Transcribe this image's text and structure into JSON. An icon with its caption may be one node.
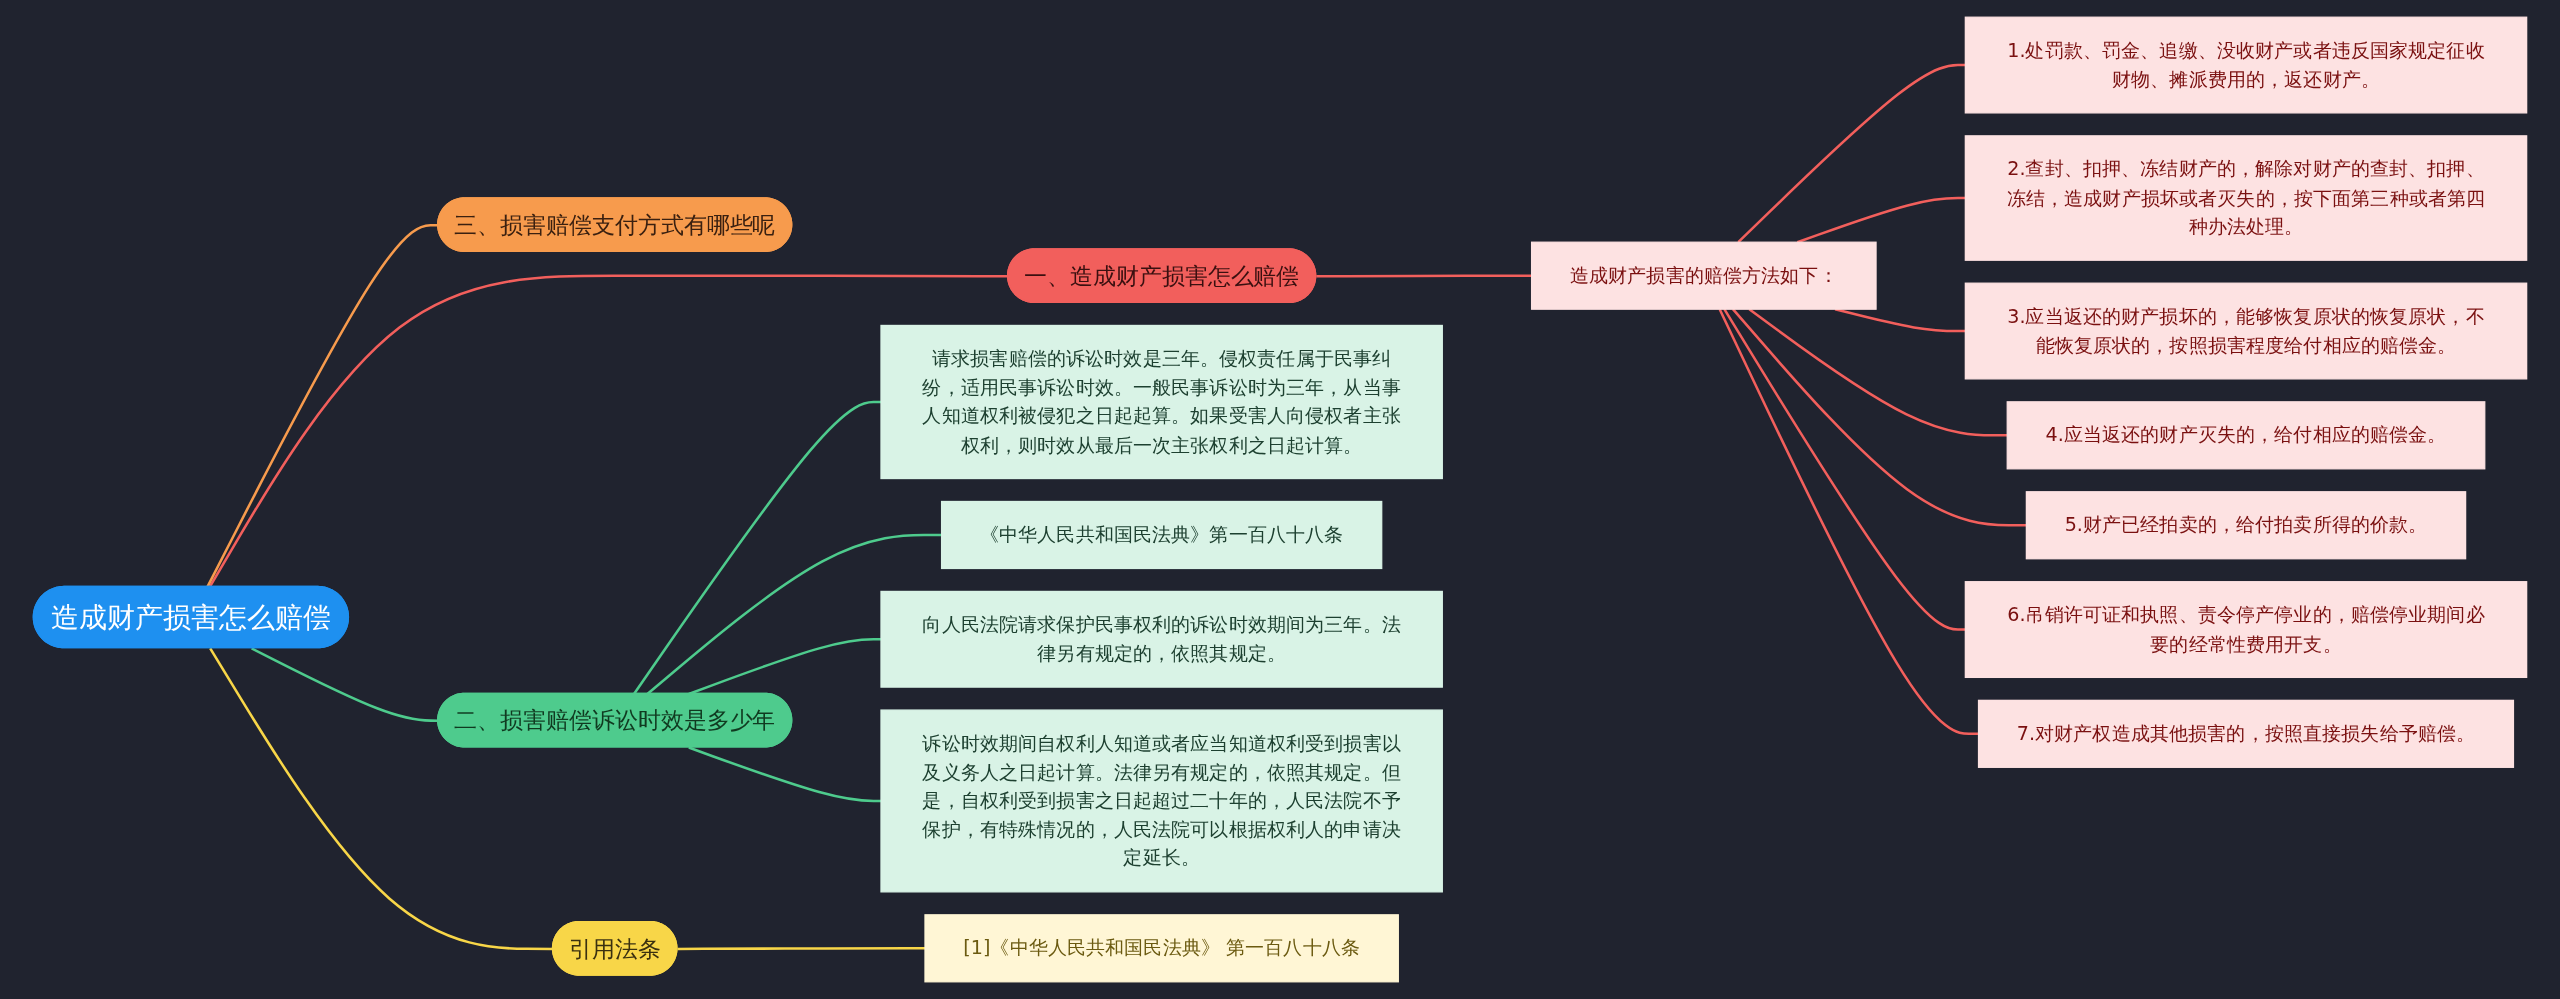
{
  "diagram": {
    "nodes": [
      {
        "text": [
          "造成财产损害怎么赔偿"
        ]
      },
      {
        "text": [
          "一、造成财产损害怎么赔偿"
        ]
      },
      {
        "text": [
          "造成财产损害的赔偿方法如下："
        ]
      },
      {
        "text": [
          "1.处罚款、罚金、追缴、没收财产或者违反国家规定征收财物、摊派费用的，返还财产。"
        ]
      },
      {
        "text": [
          "2.查封、扣押、冻结财产的，解除对财产的查封、扣押、冻结，造成财产损坏或者灭失的，按下面第三种或者第四种办法处理。"
        ]
      },
      {
        "text": [
          "3.应当返还的财产损坏的，能够恢复原状的恢复原状，不能恢复原状的，按照损害程度给付相应的赔偿金。"
        ]
      },
      {
        "text": [
          "4.应当返还的财产灭失的，给付相应的赔偿金。"
        ]
      },
      {
        "text": [
          "5.财产已经拍卖的，给付拍卖所得的价款。"
        ]
      },
      {
        "text": [
          "6.吊销许可证和执照、责令停产停业的，赔偿停业期间必要的经常性费用开支。"
        ]
      },
      {
        "text": [
          "7.对财产权造成其他损害的，按照直接损失给予赔偿。"
        ]
      },
      {
        "text": [
          "三、损害赔偿支付方式有哪些呢"
        ]
      },
      {
        "text": [
          "二、损害赔偿诉讼时效是多少年"
        ]
      },
      {
        "text": [
          "请求损害赔偿的诉讼时效是三年。侵权责任属于民事纠纷，适用民事诉讼时效。一般民事诉讼时为三年，从当事人知道权利被侵犯之日起起算。如果受害人向侵权者主张权利，则时效从最后一次主张权利之日起计算。"
        ]
      },
      {
        "text": [
          "《中华人民共和国民法典》第一百八十八条"
        ]
      },
      {
        "text": [
          "向人民法院请求保护民事权利的诉讼时效期间为三年。法律另有规定的，依照其规定。"
        ]
      },
      {
        "text": [
          "诉讼时效期间自权利人知道或者应当知道权利受到损害以及义务人之日起计算。法律另有规定的，依照其规定。但是，自权利受到损害之日起超过二十年的，人民法院不予保护，有特殊情况的，人民法院可以根据权利人的申请决定延长。"
        ]
      },
      {
        "text": [
          "引用法条"
        ]
      },
      {
        "text": [
          "[1]《中华人民共和国民法典》 第一百八十八条"
        ]
      }
    ],
    "edges": [
      {
        "from": 0,
        "to": 1,
        "arrow": "none"
      },
      {
        "from": 1,
        "to": 2,
        "arrow": "none"
      },
      {
        "from": 2,
        "to": 3,
        "arrow": "none"
      },
      {
        "from": 2,
        "to": 4,
        "arrow": "none"
      },
      {
        "from": 2,
        "to": 5,
        "arrow": "none"
      },
      {
        "from": 2,
        "to": 6,
        "arrow": "none"
      },
      {
        "from": 2,
        "to": 7,
        "arrow": "none"
      },
      {
        "from": 2,
        "to": 8,
        "arrow": "none"
      },
      {
        "from": 2,
        "to": 9,
        "arrow": "none"
      },
      {
        "from": 0,
        "to": 10,
        "arrow": "none",
        "color": "#f79b4d"
      },
      {
        "from": 0,
        "to": 11,
        "arrow": "none",
        "color": "#4ecb8d"
      },
      {
        "from": 11,
        "to": 12,
        "arrow": "none",
        "color": "#4ecb8d"
      },
      {
        "from": 11,
        "to": 13,
        "arrow": "none",
        "color": "#4ecb8d"
      },
      {
        "from": 11,
        "to": 14,
        "arrow": "none",
        "color": "#4ecb8d"
      },
      {
        "from": 11,
        "to": 15,
        "arrow": "none",
        "color": "#4ecb8d"
      },
      {
        "from": 0,
        "to": 16,
        "arrow": "none",
        "color": "#f8d648"
      },
      {
        "from": 16,
        "to": 17,
        "arrow": "none",
        "color": "#f8d648"
      }
    ]
  }
}
